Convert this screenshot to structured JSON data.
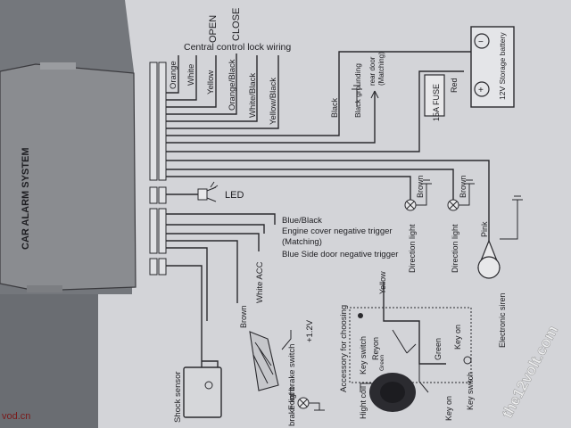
{
  "header": {
    "open": "OPEN",
    "close": "CLOSE",
    "central_lock": "Central control lock wiring"
  },
  "module": {
    "title": "CAR ALARM SYSTEM"
  },
  "lock_wires": [
    "Orange",
    "White",
    "Yellow",
    "Orange/Black",
    "White/Black",
    "Yellow/Black"
  ],
  "power": {
    "black": "Black",
    "black_grounding": "Black grounding",
    "rear_door": "rear door",
    "matching": "(Matching)",
    "red": "Red",
    "fuse": "15A FUSE",
    "battery": "12V Storage battery",
    "battery_minus": "−",
    "battery_plus": "+"
  },
  "led": {
    "label": "LED"
  },
  "direction_lights": {
    "brown1": "Brown",
    "brown2": "Brown",
    "light1": "Direction light",
    "light2": "Direction light"
  },
  "triggers": {
    "blue_black": "Blue/Black",
    "engine_cover": "Engine cover negative trigger",
    "matching": "(Matching)",
    "blue_side": "Blue Side door negative trigger"
  },
  "siren": {
    "pink": "Pink",
    "label": "Electronic siren"
  },
  "acc": {
    "white_acc": "White ACC",
    "brown": "Brown"
  },
  "brake": {
    "voltage": "+1.2V",
    "foot_brake": "Foot brake switch",
    "light": "brake light"
  },
  "key_switch": {
    "yellow": "Yellow",
    "accessory": "Accessory for choosing",
    "key_switch_label": "Key switch",
    "reyon": "Reyon",
    "green_small": "Green",
    "green": "Green",
    "key_on_1": "Key on",
    "key_on_2": "Key on",
    "high_coil": "Hight coil",
    "key_switch_bottom": "Key switch"
  },
  "sensor": {
    "label": "Shock sensor"
  },
  "watermark": {
    "text": "the12volt.com",
    "corner": "vod.cn"
  }
}
